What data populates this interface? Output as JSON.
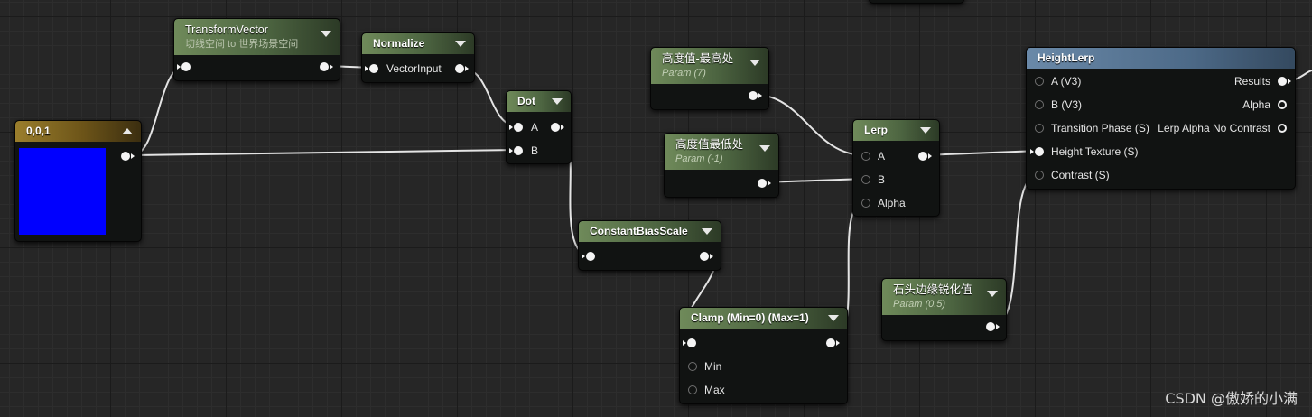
{
  "nodes": {
    "transform_vector": {
      "title": "TransformVector",
      "subtitle": "切线空间 to 世界场景空间"
    },
    "normalize": {
      "title": "Normalize",
      "input_label": "VectorInput"
    },
    "dot": {
      "title": "Dot",
      "pin_a": "A",
      "pin_b": "B"
    },
    "constant_vector": {
      "title": "0,0,1",
      "swatch_color": "#0000ff"
    },
    "constant_bias_scale": {
      "title": "ConstantBiasScale"
    },
    "clamp": {
      "title": "Clamp (Min=0) (Max=1)",
      "pin_min": "Min",
      "pin_max": "Max"
    },
    "param_highest": {
      "title": "高度值-最高处",
      "subtitle": "Param (7)"
    },
    "param_lowest": {
      "title": "高度值最低处",
      "subtitle": "Param (-1)"
    },
    "lerp": {
      "title": "Lerp",
      "pin_a": "A",
      "pin_b": "B",
      "pin_alpha": "Alpha"
    },
    "param_sharpen": {
      "title": "石头边缘锐化值",
      "subtitle": "Param (0.5)"
    },
    "height_lerp": {
      "title": "HeightLerp",
      "inputs": [
        "A (V3)",
        "B (V3)",
        "Transition Phase (S)",
        "Height Texture (S)",
        "Contrast (S)"
      ],
      "outputs": [
        "Results",
        "Alpha",
        "Lerp Alpha No Contrast"
      ]
    }
  },
  "colors": {
    "graph_bg": "#262626",
    "scalar_param_header": "#6f8a5a",
    "vector_const_header": "#9a7e2c",
    "function_header": "#6a89a8",
    "wire": "#e6e6e6"
  },
  "watermark": "CSDN @傲娇的小满"
}
